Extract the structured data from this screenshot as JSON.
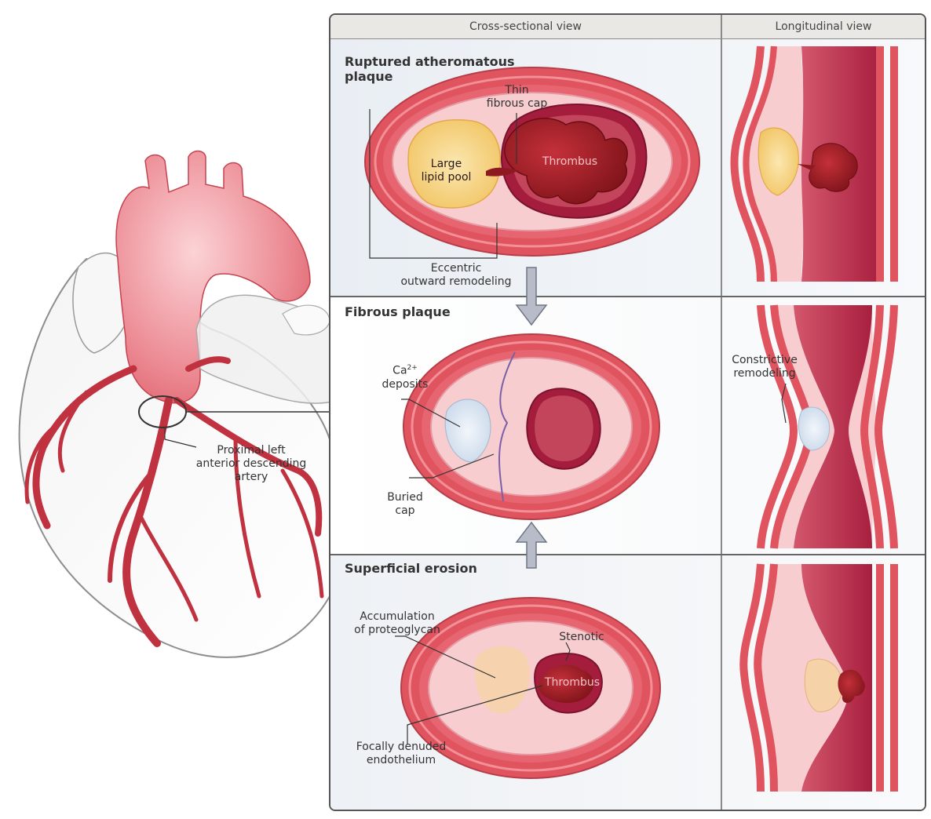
{
  "headers": {
    "cross_sectional": "Cross-sectional view",
    "longitudinal": "Longitudinal view"
  },
  "heart": {
    "artery_label_line1": "Proximal left",
    "artery_label_line2": "anterior descending",
    "artery_label_line3": "artery"
  },
  "sections": {
    "ruptured": {
      "title_line1": "Ruptured atheromatous",
      "title_line2": "plaque",
      "thin_cap_line1": "Thin",
      "thin_cap_line2": "fibrous cap",
      "lipid_line1": "Large",
      "lipid_line2": "lipid pool",
      "thrombus": "Thrombus",
      "remodel_line1": "Eccentric",
      "remodel_line2": "outward remodeling"
    },
    "fibrous": {
      "title": "Fibrous plaque",
      "ca_line1": "Ca",
      "ca_sup": "2+",
      "ca_line2": "deposits",
      "buried_line1": "Buried",
      "buried_line2": "cap",
      "constrictive_line1": "Constrictive",
      "constrictive_line2": "remodeling"
    },
    "erosion": {
      "title": "Superficial erosion",
      "accum_line1": "Accumulation",
      "accum_line2": "of proteoglycan",
      "stenotic": "Stenotic",
      "thrombus": "Thrombus",
      "denuded_line1": "Focally denuded",
      "denuded_line2": "endothelium"
    }
  },
  "colors": {
    "vessel_wall": "#e0545f",
    "intima": "#f7cdd0",
    "lumen": "#b8284a",
    "thrombus": "#9e1b22",
    "lipid": "#f6d27a",
    "calcium": "#dfe9f3",
    "arrow": "#b7bcc8"
  }
}
